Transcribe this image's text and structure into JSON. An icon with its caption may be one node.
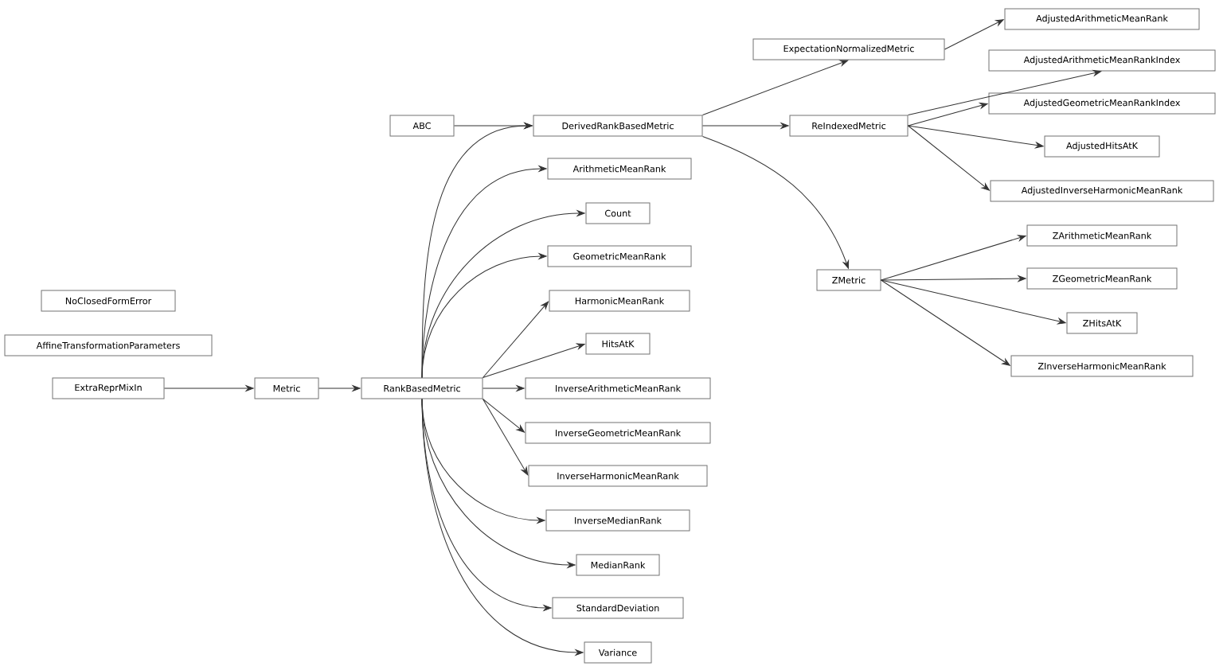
{
  "diagram": {
    "nodes": [
      {
        "text": [
          "NoClosedFormError"
        ]
      },
      {
        "text": [
          "AffineTransformationParameters"
        ]
      },
      {
        "text": [
          "ExtraReprMixIn"
        ]
      },
      {
        "text": [
          "Metric"
        ]
      },
      {
        "text": [
          "RankBasedMetric"
        ]
      },
      {
        "text": [
          "ABC"
        ]
      },
      {
        "text": [
          "DerivedRankBasedMetric"
        ]
      },
      {
        "text": [
          "ArithmeticMeanRank"
        ]
      },
      {
        "text": [
          "Count"
        ]
      },
      {
        "text": [
          "GeometricMeanRank"
        ]
      },
      {
        "text": [
          "HarmonicMeanRank"
        ]
      },
      {
        "text": [
          "HitsAtK"
        ]
      },
      {
        "text": [
          "InverseArithmeticMeanRank"
        ]
      },
      {
        "text": [
          "InverseGeometricMeanRank"
        ]
      },
      {
        "text": [
          "InverseHarmonicMeanRank"
        ]
      },
      {
        "text": [
          "InverseMedianRank"
        ]
      },
      {
        "text": [
          "MedianRank"
        ]
      },
      {
        "text": [
          "StandardDeviation"
        ]
      },
      {
        "text": [
          "Variance"
        ]
      },
      {
        "text": [
          "ExpectationNormalizedMetric"
        ]
      },
      {
        "text": [
          "ReIndexedMetric"
        ]
      },
      {
        "text": [
          "ZMetric"
        ]
      },
      {
        "text": [
          "AdjustedArithmeticMeanRank"
        ]
      },
      {
        "text": [
          "AdjustedArithmeticMeanRankIndex"
        ]
      },
      {
        "text": [
          "AdjustedGeometricMeanRankIndex"
        ]
      },
      {
        "text": [
          "AdjustedHitsAtK"
        ]
      },
      {
        "text": [
          "AdjustedInverseHarmonicMeanRank"
        ]
      },
      {
        "text": [
          "ZArithmeticMeanRank"
        ]
      },
      {
        "text": [
          "ZGeometricMeanRank"
        ]
      },
      {
        "text": [
          "ZHitsAtK"
        ]
      },
      {
        "text": [
          "ZInverseHarmonicMeanRank"
        ]
      }
    ],
    "edges": [
      {
        "from": 2,
        "to": 3,
        "arrow": "to"
      },
      {
        "from": 3,
        "to": 4,
        "arrow": "to"
      },
      {
        "from": 5,
        "to": 6,
        "arrow": "to"
      },
      {
        "from": 4,
        "to": 6,
        "arrow": "to"
      },
      {
        "from": 4,
        "to": 7,
        "arrow": "to"
      },
      {
        "from": 4,
        "to": 8,
        "arrow": "to"
      },
      {
        "from": 4,
        "to": 9,
        "arrow": "to"
      },
      {
        "from": 4,
        "to": 10,
        "arrow": "to"
      },
      {
        "from": 4,
        "to": 11,
        "arrow": "to"
      },
      {
        "from": 4,
        "to": 12,
        "arrow": "to"
      },
      {
        "from": 4,
        "to": 13,
        "arrow": "to"
      },
      {
        "from": 4,
        "to": 14,
        "arrow": "to"
      },
      {
        "from": 4,
        "to": 15,
        "arrow": "to"
      },
      {
        "from": 4,
        "to": 16,
        "arrow": "to"
      },
      {
        "from": 4,
        "to": 17,
        "arrow": "to"
      },
      {
        "from": 4,
        "to": 18,
        "arrow": "to"
      },
      {
        "from": 6,
        "to": 19,
        "arrow": "to"
      },
      {
        "from": 6,
        "to": 20,
        "arrow": "to"
      },
      {
        "from": 6,
        "to": 21,
        "arrow": "to"
      },
      {
        "from": 19,
        "to": 22,
        "arrow": "to"
      },
      {
        "from": 20,
        "to": 23,
        "arrow": "to"
      },
      {
        "from": 20,
        "to": 24,
        "arrow": "to"
      },
      {
        "from": 20,
        "to": 25,
        "arrow": "to"
      },
      {
        "from": 20,
        "to": 26,
        "arrow": "to"
      },
      {
        "from": 21,
        "to": 27,
        "arrow": "to"
      },
      {
        "from": 21,
        "to": 28,
        "arrow": "to"
      },
      {
        "from": 21,
        "to": 29,
        "arrow": "to"
      },
      {
        "from": 21,
        "to": 30,
        "arrow": "to"
      }
    ]
  }
}
